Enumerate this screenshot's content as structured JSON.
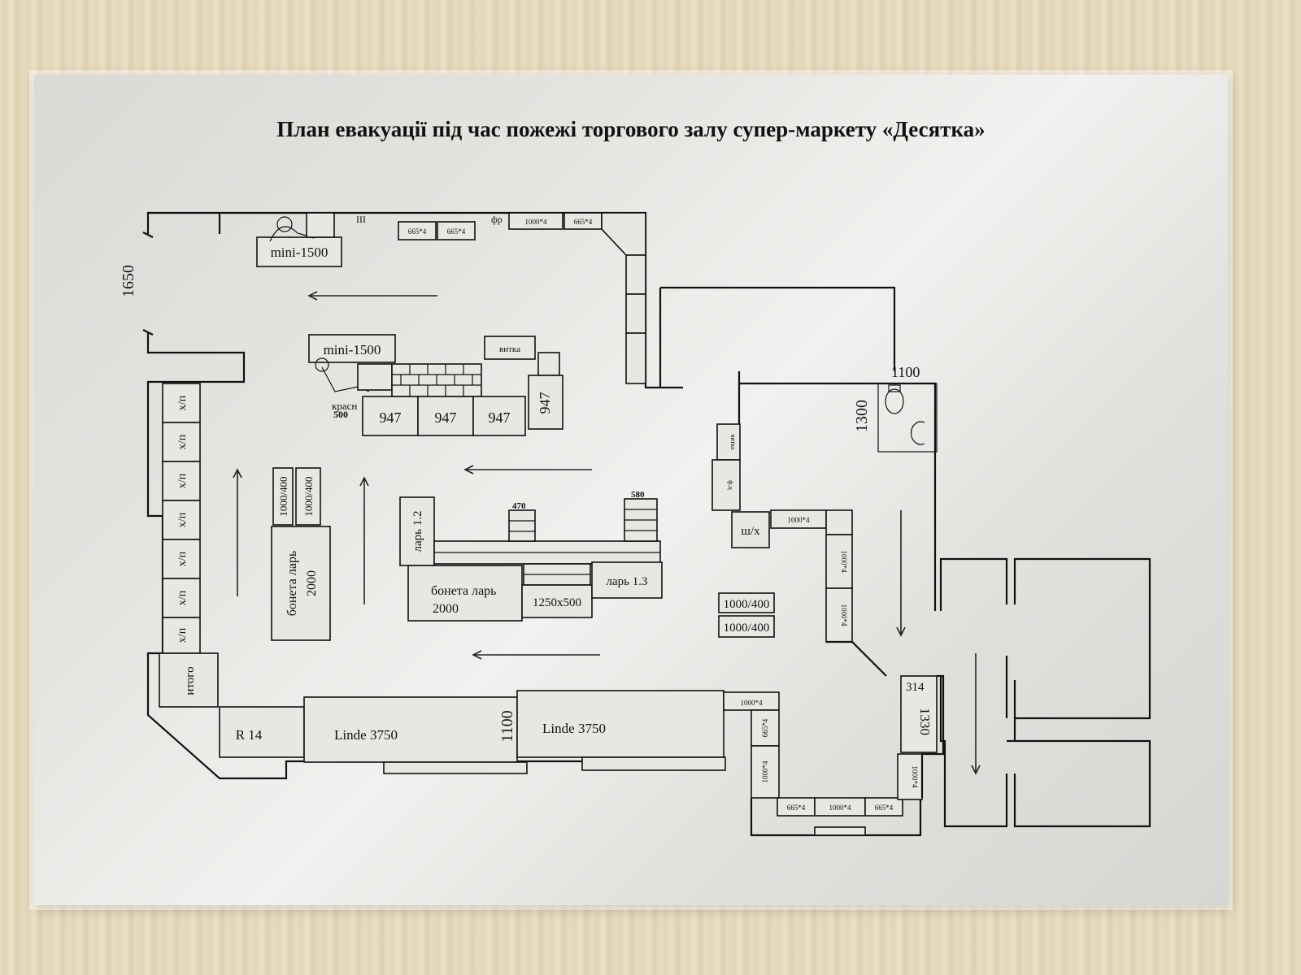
{
  "title": "План евакуації під час пожежі торгового залу супер-маркету «Десятка»",
  "dims": {
    "d1650": "1650",
    "d1100_wc": "1100",
    "d1300": "1300",
    "d470": "470",
    "d580": "580",
    "d1100_linde": "1100",
    "d314": "314",
    "d1330": "1330"
  },
  "labels": {
    "mini_top": "mini-1500",
    "mini_mid": "mini-1500",
    "iii": "III",
    "fr": "фр",
    "r665_1": "665*4",
    "r665_2": "665*4",
    "r1000_top": "1000*4",
    "r665_top": "665*4",
    "vytka": "витка",
    "krasn": "красн",
    "d500": "500",
    "s947_1": "947",
    "s947_2": "947",
    "s947_3": "947",
    "s947_v": "947",
    "xp": [
      "х/п",
      "х/п",
      "х/п",
      "х/п",
      "х/п",
      "х/п",
      "х/п"
    ],
    "itogo": "итого",
    "r14": "R 14",
    "linde1": "Linde 3750",
    "linde2": "Linde 3750",
    "sq1": "1000/400",
    "sq2": "1000/400",
    "bonet_v_1": "бонета ларь",
    "bonet_v_2": "2000",
    "lar12": "ларь 1.2",
    "bonet_h_1": "бонета ларь",
    "bonet_h_2": "2000",
    "box1250": "1250х500",
    "lar13": "ларь 1.3",
    "sq3": "1000/400",
    "sq4": "1000/400",
    "shx": "ш/х",
    "small1": "витка",
    "small2": "ф.ц",
    "r1000_a": "1000*4",
    "r1000_b": "1000*4",
    "r1000_c": "1000*4",
    "r1000_d": "1000*4",
    "r665_d": "665*4",
    "r1000_e": "1000*4",
    "r665_b1": "665*4",
    "r1000_b2": "1000*4",
    "r665_b3": "665*4",
    "r1000_f": "1000*4"
  },
  "colors": {
    "ink": "#111111",
    "paper": "#e4e4e1",
    "wall": "#e7dcc0"
  }
}
